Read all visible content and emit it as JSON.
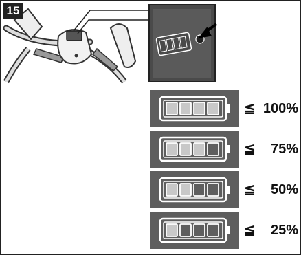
{
  "step_number": "15",
  "battery_levels": [
    {
      "filled_segments": 4,
      "sign": "≦",
      "percent": "100%"
    },
    {
      "filled_segments": 3,
      "sign": "≦",
      "percent": "75%"
    },
    {
      "filled_segments": 2,
      "sign": "≦",
      "percent": "50%"
    },
    {
      "filled_segments": 1,
      "sign": "≦",
      "percent": "25%"
    }
  ],
  "colors": {
    "panel": "#5e5e5e",
    "segment_fill": "#c8c8c8",
    "outline": "#ffffff"
  }
}
